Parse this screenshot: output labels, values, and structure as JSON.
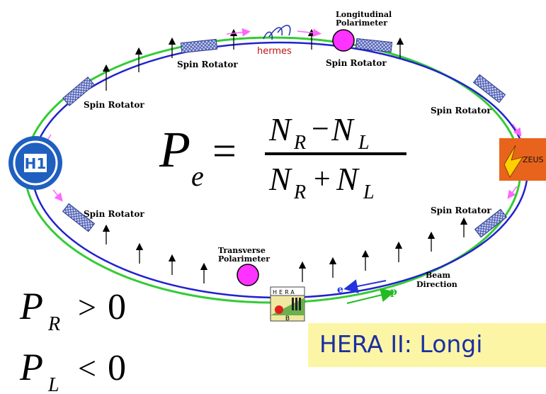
{
  "labels": {
    "longitudinal_polarimeter": [
      "Longitudinal",
      "Polarimeter"
    ],
    "transverse_polarimeter": [
      "Transverse",
      "Polarimeter"
    ],
    "spin_rotator": "Spin Rotator",
    "hermes": "hermes",
    "zeus": "ZEUS",
    "h1": "H1",
    "herab_top": "HERA",
    "herab_bottom": "B",
    "beam_direction": [
      "Beam",
      "Direction"
    ],
    "electron": "e",
    "proton": "p"
  },
  "formula": {
    "lhs_symbol": "P",
    "lhs_sub": "e",
    "equals": "=",
    "num_a": "N",
    "num_a_sub": "R",
    "num_op": "−",
    "num_b": "N",
    "num_b_sub": "L",
    "den_a": "N",
    "den_a_sub": "R",
    "den_op": "+",
    "den_b": "N",
    "den_b_sub": "L"
  },
  "inequalities": [
    {
      "symbol": "P",
      "sub": "R",
      "rel": ">",
      "value": "0"
    },
    {
      "symbol": "P",
      "sub": "L",
      "rel": "<",
      "value": "0"
    }
  ],
  "banner": {
    "text": "HERA II: Longi"
  },
  "colors": {
    "outer_ring": "#33cc33",
    "inner_ring": "#2222cc",
    "polarimeter": "#ff33ff",
    "spin_arrow": "#ff66ff",
    "h1_logo": "#1f5fc0",
    "zeus_logo": "#e8641c",
    "banner_bg": "#fdf5a6",
    "banner_text": "#1a2fa3",
    "electron_arrow": "#2233dd",
    "proton_arrow": "#22bb22"
  }
}
